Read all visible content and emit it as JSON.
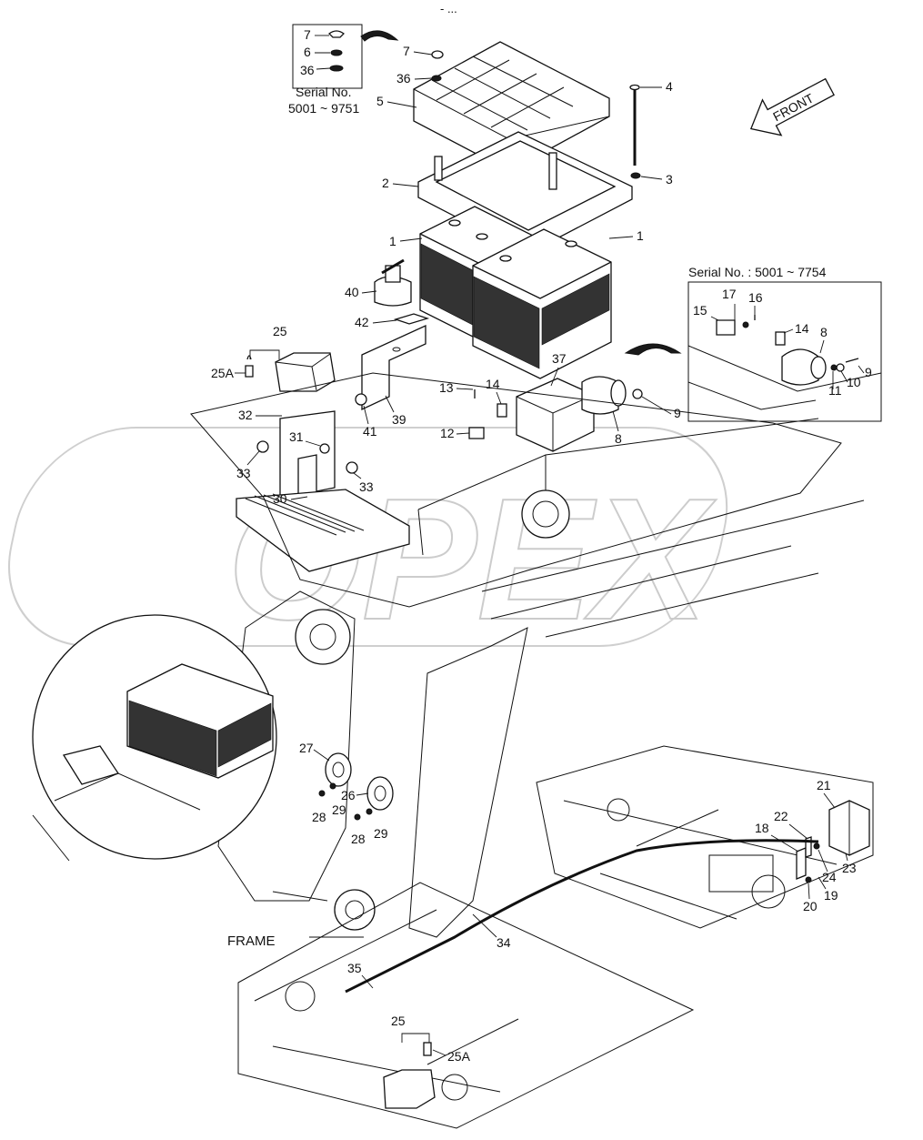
{
  "page": {
    "header_mark": "- ..."
  },
  "watermark": {
    "text": "OPEX"
  },
  "front_arrow": {
    "label": "FRONT"
  },
  "frame_label": "FRAME",
  "inset_top_left": {
    "parts": [
      "7",
      "6",
      "36"
    ],
    "serial_label": "Serial No.",
    "serial_range": "5001 ~ 9751"
  },
  "inset_right": {
    "title": "Serial No. : 5001 ~ 7754",
    "parts": [
      "17",
      "16",
      "15",
      "14",
      "8",
      "9",
      "10",
      "11"
    ]
  },
  "callouts": {
    "c1a": "1",
    "c1b": "1",
    "c2": "2",
    "c3": "3",
    "c4": "4",
    "c5": "5",
    "c7": "7",
    "c36": "36",
    "c40": "40",
    "c42": "42",
    "c25": "25",
    "c25a": "25A",
    "c37": "37",
    "c13": "13",
    "c14": "14",
    "c12": "12",
    "c9": "9",
    "c8": "8",
    "c32": "32",
    "c31": "31",
    "c41": "41",
    "c39": "39",
    "c33a": "33",
    "c33b": "33",
    "c30": "30",
    "c27": "27",
    "c26": "26",
    "c29a": "29",
    "c28a": "28",
    "c28b": "28",
    "c29b": "29",
    "c21": "21",
    "c22": "22",
    "c18": "18",
    "c24": "24",
    "c23": "23",
    "c20": "20",
    "c19": "19",
    "c34": "34",
    "c35": "35",
    "c25b": "25",
    "c25ab": "25A"
  }
}
